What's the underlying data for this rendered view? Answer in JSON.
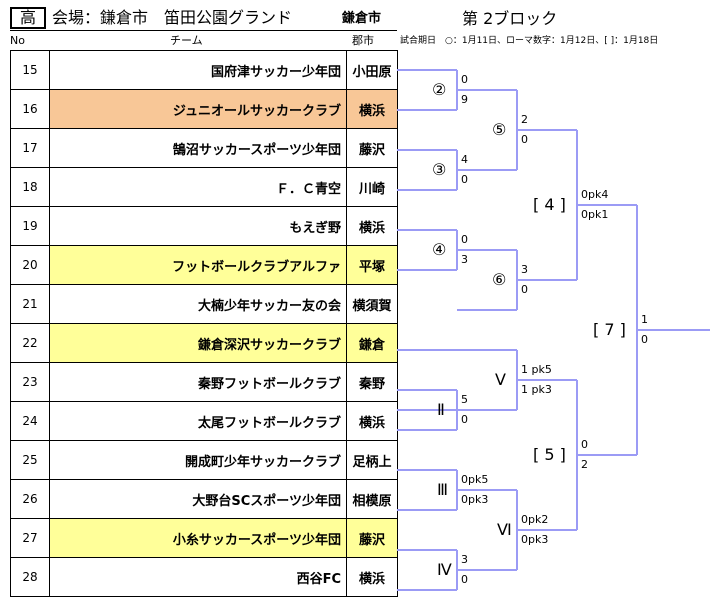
{
  "header": {
    "category": "高",
    "venue": "会場：鎌倉市　笛田公園グランド",
    "venue_city": "鎌倉市",
    "block": "第 2ブロック",
    "col_no": "No",
    "col_team": "チーム",
    "col_city": "郡市",
    "legend": "試合期日　○：1月11日、ローマ数字：1月12日、[ ]：1月18日"
  },
  "teams": [
    {
      "no": "15",
      "name": "国府津サッカー少年団",
      "city": "小田原",
      "highlight": ""
    },
    {
      "no": "16",
      "name": "ジュニオールサッカークラブ",
      "city": "横浜",
      "highlight": "orange"
    },
    {
      "no": "17",
      "name": "鵠沼サッカースポーツ少年団",
      "city": "藤沢",
      "highlight": ""
    },
    {
      "no": "18",
      "name": "Ｆ．Ｃ青空",
      "city": "川崎",
      "highlight": ""
    },
    {
      "no": "19",
      "name": "もえぎ野",
      "city": "横浜",
      "highlight": ""
    },
    {
      "no": "20",
      "name": "フットボールクラブアルファ",
      "city": "平塚",
      "highlight": "yellow"
    },
    {
      "no": "21",
      "name": "大楠少年サッカー友の会",
      "city": "横須賀",
      "highlight": ""
    },
    {
      "no": "22",
      "name": "鎌倉深沢サッカークラブ",
      "city": "鎌倉",
      "highlight": "yellow"
    },
    {
      "no": "23",
      "name": "秦野フットボールクラブ",
      "city": "秦野",
      "highlight": ""
    },
    {
      "no": "24",
      "name": "太尾フットボールクラブ",
      "city": "横浜",
      "highlight": ""
    },
    {
      "no": "25",
      "name": "開成町少年サッカークラブ",
      "city": "足柄上",
      "highlight": ""
    },
    {
      "no": "26",
      "name": "大野台SCスポーツ少年団",
      "city": "相模原",
      "highlight": ""
    },
    {
      "no": "27",
      "name": "小糸サッカースポーツ少年団",
      "city": "藤沢",
      "highlight": "yellow"
    },
    {
      "no": "28",
      "name": "西谷FC",
      "city": "横浜",
      "highlight": ""
    }
  ],
  "bracket": {
    "line_color": "#9b9bf5",
    "highlight_yellow": "#ffff99",
    "highlight_orange": "#f8c797",
    "matches": {
      "m2": {
        "label": "②",
        "top_score": "0",
        "bottom_score": "9"
      },
      "m3": {
        "label": "③",
        "top_score": "4",
        "bottom_score": "0"
      },
      "m4": {
        "label": "④",
        "top_score": "0",
        "bottom_score": "3"
      },
      "m5": {
        "label": "⑤",
        "top_score": "2",
        "bottom_score": "0"
      },
      "m6": {
        "label": "⑥",
        "top_score": "3",
        "bottom_score": "0"
      },
      "r2": {
        "label": "Ⅱ",
        "top_score": "5",
        "bottom_score": "0"
      },
      "r3": {
        "label": "Ⅲ",
        "top_score": "0pk5",
        "bottom_score": "0pk3"
      },
      "r4": {
        "label": "Ⅳ",
        "top_score": "3",
        "bottom_score": "0"
      },
      "r5": {
        "label": "Ⅴ",
        "top_score": "1 pk5",
        "bottom_score": "1 pk3"
      },
      "r6": {
        "label": "Ⅵ",
        "top_score": "0pk2",
        "bottom_score": "0pk3"
      },
      "b4": {
        "label": "[ 4 ]",
        "top_score": "0pk4",
        "bottom_score": "0pk1"
      },
      "b5": {
        "label": "[ 5 ]",
        "top_score": "0",
        "bottom_score": "2"
      },
      "b7": {
        "label": "[ 7 ]",
        "top_score": "1",
        "bottom_score": "0"
      }
    }
  }
}
